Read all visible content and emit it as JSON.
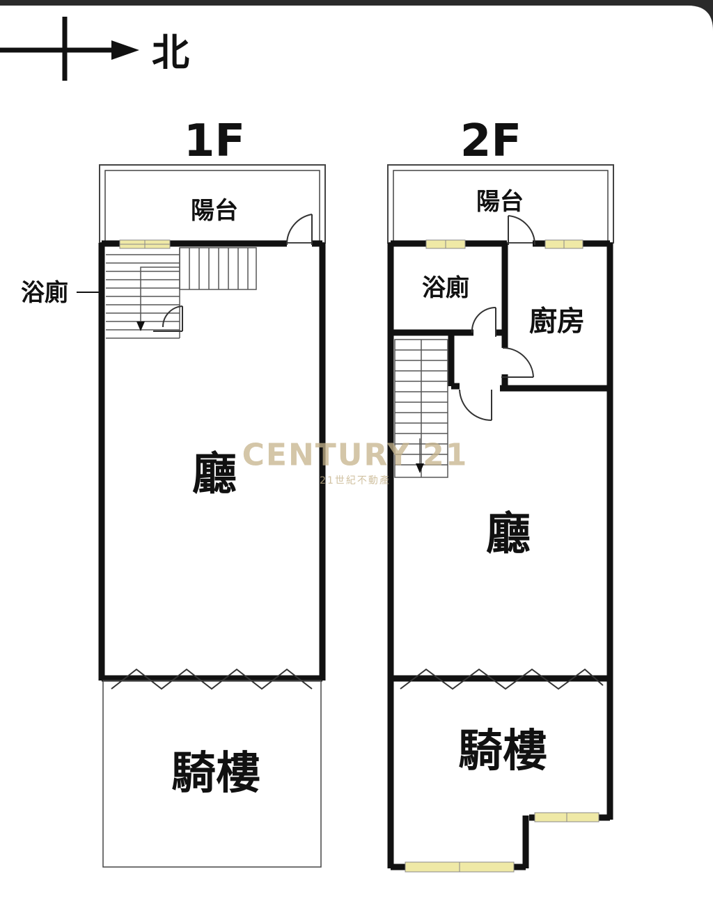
{
  "compass": {
    "direction_label": "北"
  },
  "floors": [
    {
      "label": "1F",
      "rooms": {
        "balcony": "陽台",
        "bathroom": "浴廁",
        "living_room": "廳",
        "arcade": "騎樓"
      }
    },
    {
      "label": "2F",
      "rooms": {
        "balcony": "陽台",
        "bathroom": "浴廁",
        "kitchen": "廚房",
        "living_room": "廳",
        "arcade": "騎樓"
      }
    }
  ],
  "watermark": {
    "brand": "CENTURY 21",
    "sub": "21世紀不動產"
  },
  "colors": {
    "wall": "#111111",
    "window": "#efe9a6",
    "paper": "#ffffff",
    "frame": "#2a2a2a",
    "watermark": "#c6b48c"
  }
}
